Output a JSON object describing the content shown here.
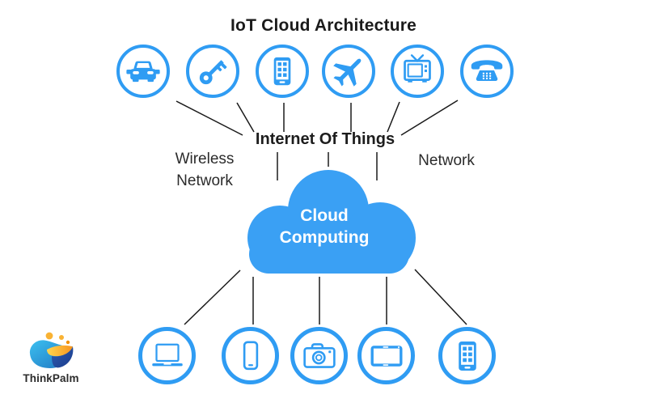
{
  "title": "IoT Cloud Architecture",
  "labels": {
    "internet_of_things": "Internet Of Things",
    "wireless_line1": "Wireless",
    "wireless_line2": "Network",
    "network": "Network"
  },
  "cloud": {
    "line1": "Cloud",
    "line2": "Computing"
  },
  "top_devices": {
    "icons": [
      "car-icon",
      "key-icon",
      "smartphone-apps-icon",
      "airplane-icon",
      "tv-icon",
      "telephone-icon"
    ]
  },
  "bottom_devices": {
    "icons": [
      "laptop-icon",
      "smartphone-outline-icon",
      "camera-icon",
      "tablet-icon",
      "mobile-apps-icon"
    ]
  },
  "logo": {
    "text": "ThinkPalm"
  },
  "colors": {
    "accent_blue": "#2f9cf3",
    "cloud_blue": "#3aa0f4",
    "connector_black": "#1a1a1a",
    "logo_orange": "#f9b233",
    "logo_dark_blue": "#1b3c8c"
  }
}
